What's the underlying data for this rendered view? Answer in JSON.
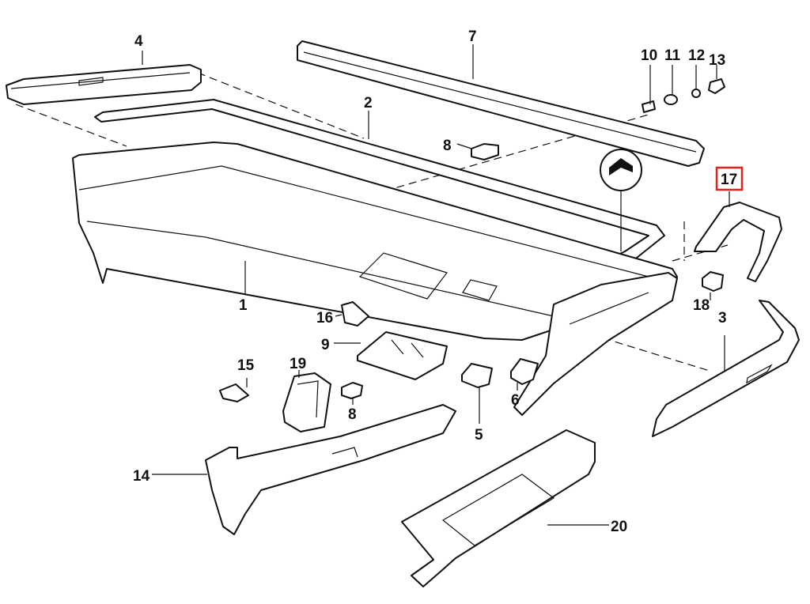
{
  "diagram": {
    "highlight_color": "#e0241c",
    "line_color": "#111111",
    "parts": [
      {
        "id": "1",
        "label": "1"
      },
      {
        "id": "2",
        "label": "2"
      },
      {
        "id": "3",
        "label": "3"
      },
      {
        "id": "4",
        "label": "4"
      },
      {
        "id": "5",
        "label": "5"
      },
      {
        "id": "6",
        "label": "6"
      },
      {
        "id": "7",
        "label": "7"
      },
      {
        "id": "8a",
        "label": "8"
      },
      {
        "id": "8b",
        "label": "8"
      },
      {
        "id": "9",
        "label": "9"
      },
      {
        "id": "10",
        "label": "10"
      },
      {
        "id": "11",
        "label": "11"
      },
      {
        "id": "12",
        "label": "12"
      },
      {
        "id": "13",
        "label": "13"
      },
      {
        "id": "14",
        "label": "14"
      },
      {
        "id": "15",
        "label": "15"
      },
      {
        "id": "16",
        "label": "16"
      },
      {
        "id": "17",
        "label": "17",
        "highlighted": true
      },
      {
        "id": "18",
        "label": "18"
      },
      {
        "id": "19",
        "label": "19"
      },
      {
        "id": "20",
        "label": "20"
      }
    ]
  }
}
